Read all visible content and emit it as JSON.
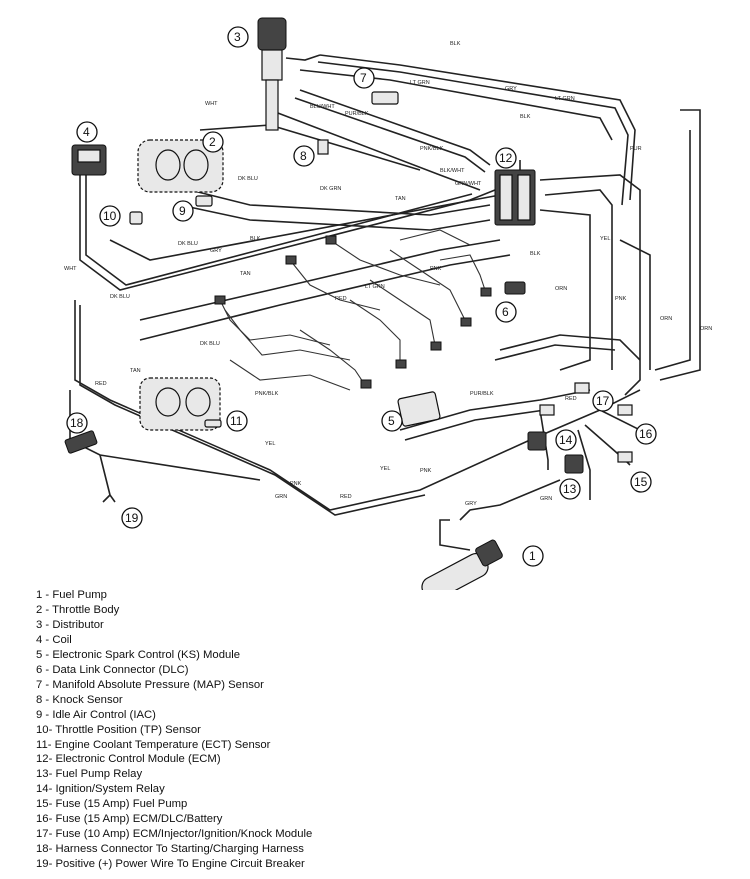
{
  "callouts": [
    "1",
    "2",
    "3",
    "4",
    "5",
    "6",
    "7",
    "8",
    "9",
    "10",
    "11",
    "12",
    "13",
    "14",
    "15",
    "16",
    "17",
    "18",
    "19"
  ],
  "wire_labels": {
    "blk": "BLK",
    "dk_blu": "DK BLU",
    "wht": "WHT",
    "red": "RED",
    "grn": "GRN",
    "tan": "TAN",
    "yel": "YEL",
    "pur": "PUR",
    "gry": "GRY",
    "pnk": "PNK",
    "orn": "ORN",
    "lt_grn": "LT GRN",
    "blu_wht": "BLU/WHT",
    "pur_blk": "PUR/BLK",
    "pnk_blk": "PNK/BLK",
    "grn_wht": "GRN/WHT",
    "dk_grn": "DK GRN",
    "blk_wht": "BLK/WHT"
  },
  "legend": [
    "1  - Fuel Pump",
    "2  - Throttle Body",
    "3  - Distributor",
    "4  - Coil",
    "5  - Electronic Spark Control (KS) Module",
    "6  - Data Link Connector (DLC)",
    "7  - Manifold Absolute Pressure (MAP) Sensor",
    "8  - Knock Sensor",
    "9  - Idle Air Control (IAC)",
    "10- Throttle Position (TP) Sensor",
    "11- Engine Coolant Temperature (ECT) Sensor",
    "12- Electronic Control Module (ECM)",
    "13- Fuel Pump Relay",
    "14- Ignition/System  Relay",
    "15- Fuse (15 Amp) Fuel Pump",
    "16- Fuse (15 Amp) ECM/DLC/Battery",
    "17- Fuse (10 Amp) ECM/Injector/Ignition/Knock  Module",
    "18- Harness Connector To Starting/Charging Harness",
    "19- Positive (+) Power Wire To Engine Circuit Breaker"
  ]
}
